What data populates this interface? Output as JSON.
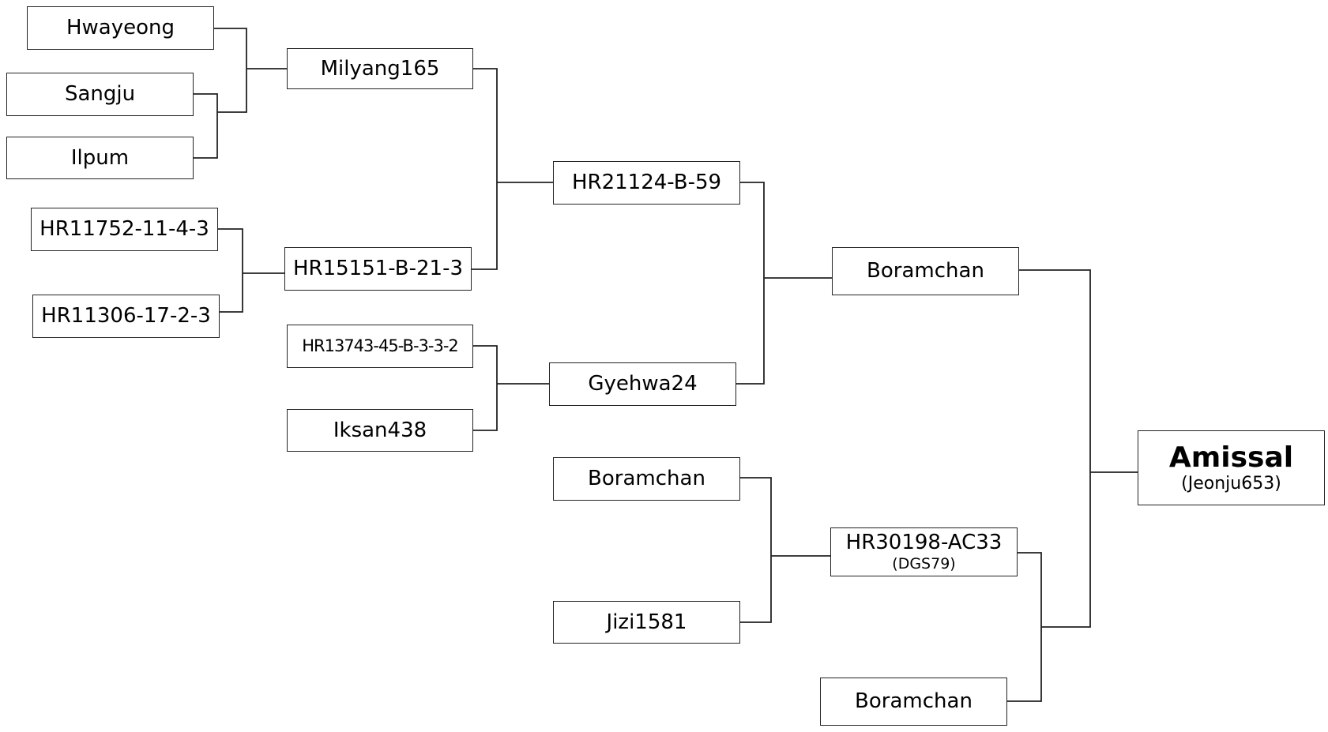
{
  "diagram": {
    "type": "pedigree",
    "nodes": {
      "hwayeong": {
        "label": "Hwayeong"
      },
      "sangju": {
        "label": "Sangju"
      },
      "ilpum": {
        "label": "Ilpum"
      },
      "milyang165": {
        "label": "Milyang165"
      },
      "hr11752": {
        "label": "HR11752-11-4-3"
      },
      "hr11306": {
        "label": "HR11306-17-2-3"
      },
      "hr15151": {
        "label": "HR15151-B-21-3"
      },
      "hr21124": {
        "label": "HR21124-B-59"
      },
      "hr13743": {
        "label": "HR13743-45-B-3-3-2"
      },
      "iksan438": {
        "label": "Iksan438"
      },
      "gyehwa24": {
        "label": "Gyehwa24"
      },
      "boramchan_mid": {
        "label": "Boramchan"
      },
      "boramchan_top": {
        "label": "Boramchan"
      },
      "jizi1581": {
        "label": "Jizi1581"
      },
      "hr30198": {
        "label": "HR30198-AC33",
        "sub": "(DGS79)"
      },
      "boramchan_bottom": {
        "label": "Boramchan"
      },
      "amissal": {
        "label": "Amissal",
        "sub": "(Jeonju653)"
      }
    }
  }
}
